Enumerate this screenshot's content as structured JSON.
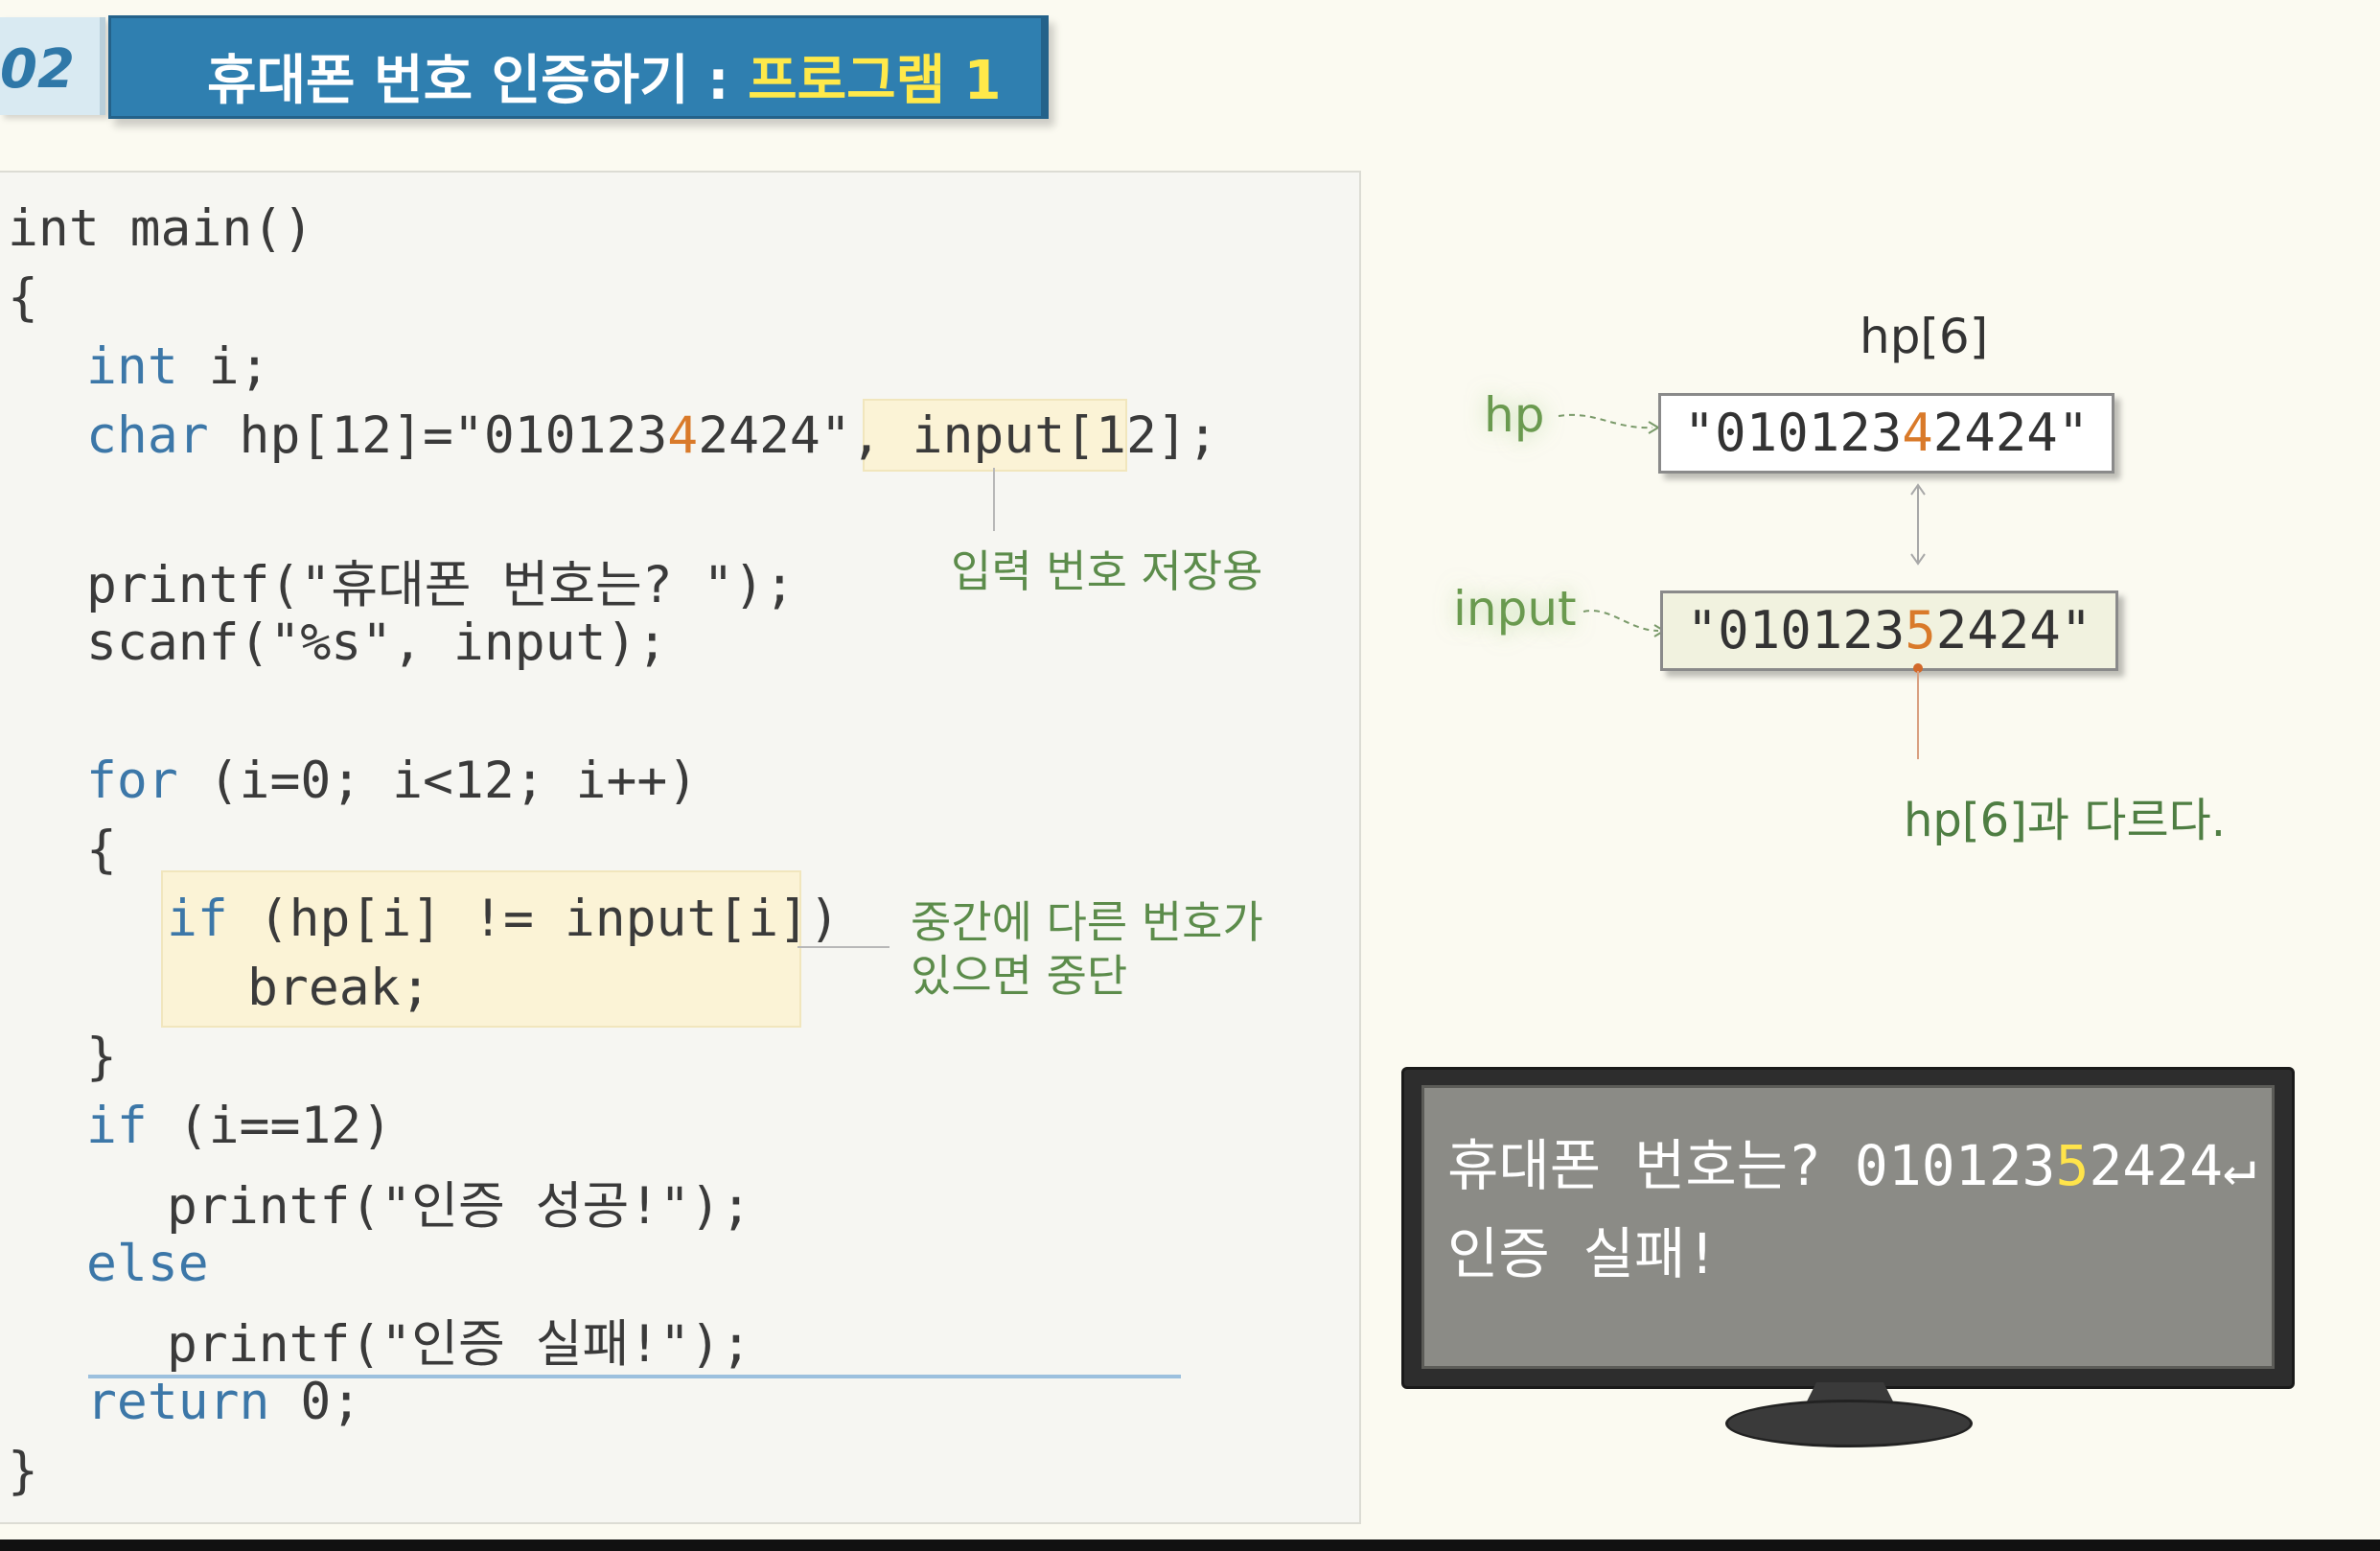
{
  "header": {
    "number": "02",
    "title_prefix": "휴대폰 번호 인증하기 : ",
    "title_highlight": "프로그램 1"
  },
  "code": {
    "l1": "int main()",
    "l2": "{",
    "l3_kw": "int",
    "l3_rest": " i;",
    "l4_kw": "char",
    "l4_a": " hp[12]=\"010123",
    "l4_digit": "4",
    "l4_b": "2424\", ",
    "l4_c": "input[12]",
    "l4_d": ";",
    "l5": "printf(\"휴대폰 번호는? \");",
    "l6": "scanf(\"%s\", input);",
    "l7_kw": "for",
    "l7_rest": " (i=0; i<12; i++)",
    "l8": "{",
    "l9_kw": "if",
    "l9_rest": " (hp[i] != input[i])",
    "l10": "break;",
    "l11": "}",
    "l12_kw": "if",
    "l12_rest": " (i==12)",
    "l13": "printf(\"인증 성공!\");",
    "l14_kw": "else",
    "l15": "printf(\"인증 실패!\");",
    "l16_kw": "return",
    "l16_rest": " 0;",
    "l17": "}"
  },
  "annotations": {
    "input_storage": "입력 번호 저장용",
    "break_note_1": "중간에 다른 번호가",
    "break_note_2": "있으면 중단"
  },
  "diagram": {
    "index_label": "hp[6]",
    "hp_label": "hp",
    "input_label": "input",
    "hp_value_a": "\"010123",
    "hp_value_digit": "4",
    "hp_value_b": "2424\"",
    "input_value_a": "\"010123",
    "input_value_digit": "5",
    "input_value_b": "2424\"",
    "diff_note": "hp[6]과 다르다."
  },
  "console": {
    "line1_a": "휴대폰 번호는? 010123",
    "line1_digit": "5",
    "line1_b": "2424",
    "line2": "인증 실패!"
  },
  "colors": {
    "keyword": "#3c77a8",
    "accent_orange": "#d97a2a",
    "annotation_green": "#5c8c4b",
    "header_blue": "#2f7fb0",
    "header_highlight": "#ffe94a"
  }
}
